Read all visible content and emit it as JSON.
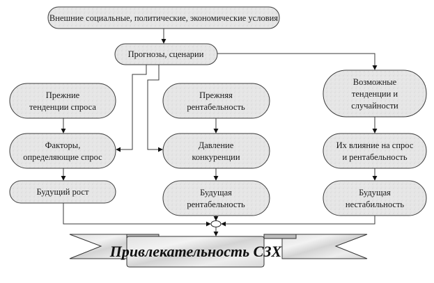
{
  "diagram": {
    "top": {
      "lines": [
        "Внешние социальные, политические, экономические условия"
      ]
    },
    "forecast": {
      "lines": [
        "Прогнозы, сценарии"
      ]
    },
    "left": [
      {
        "lines": [
          "Прежние",
          "тенденции спроса"
        ]
      },
      {
        "lines": [
          "Факторы,",
          "определяющие спрос"
        ]
      },
      {
        "lines": [
          "Будущий рост"
        ]
      }
    ],
    "middle": [
      {
        "lines": [
          "Прежняя",
          "рентабельность"
        ]
      },
      {
        "lines": [
          "Давление",
          "конкуренции"
        ]
      },
      {
        "lines": [
          "Будущая",
          "рентабельность"
        ]
      }
    ],
    "right": [
      {
        "lines": [
          "Возможные",
          "тенденции и",
          "случайности"
        ]
      },
      {
        "lines": [
          "Их влияние на спрос",
          "и рентабельность"
        ]
      },
      {
        "lines": [
          "Будущая",
          "нестабильность"
        ]
      }
    ],
    "result": {
      "label": "Привлекательность СЗХ"
    }
  }
}
